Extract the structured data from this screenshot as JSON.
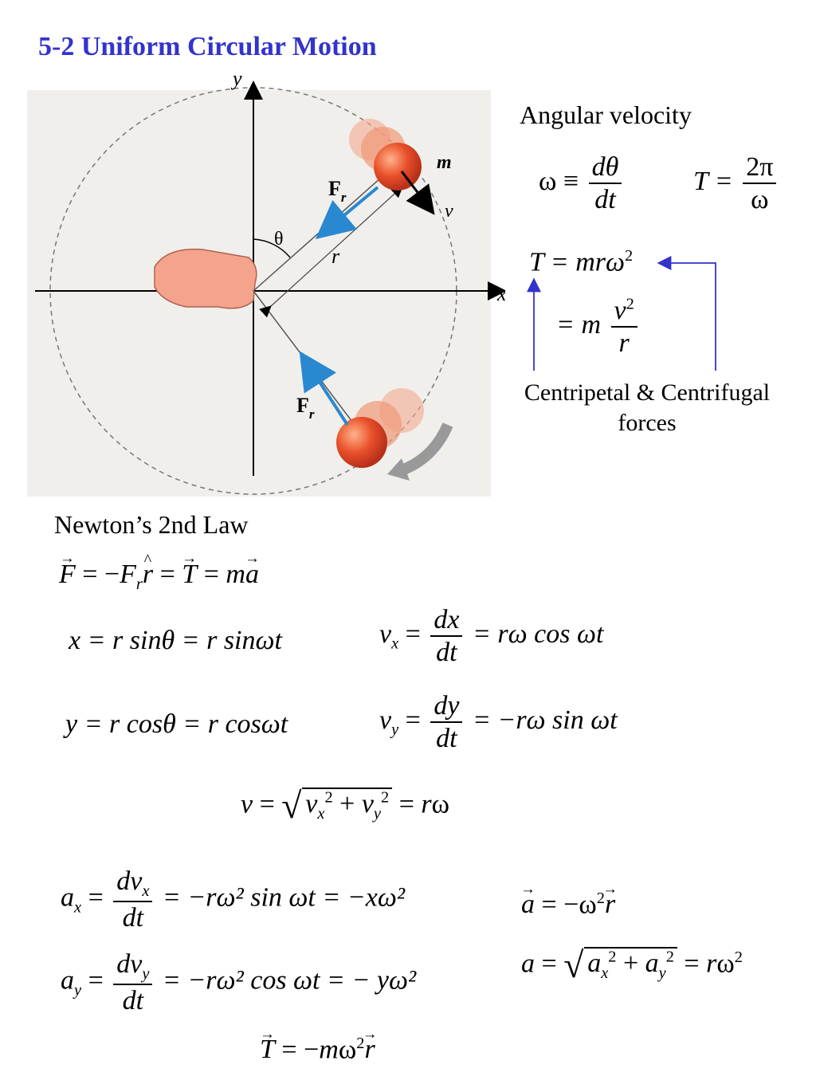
{
  "title": "5-2 Uniform Circular Motion",
  "figure": {
    "axis_y": "y",
    "axis_x": "x",
    "mass": "m",
    "velocity": "v",
    "theta": "θ",
    "radius": "r",
    "force": "F",
    "force_sub": "r"
  },
  "angular": {
    "heading": "Angular velocity",
    "omega_lhs": "ω ≡",
    "dtheta": "dθ",
    "dt": "dt",
    "period_lhs": "T =",
    "two_pi": "2π",
    "omega": "ω"
  },
  "tension": {
    "lhs": "T = mrω",
    "exp": "2",
    "eq2_lhs": "= m",
    "v2": "v",
    "v2_exp": "2",
    "r": "r",
    "caption_line1": "Centripetal & Centrifugal",
    "caption_line2": "forces"
  },
  "newton": {
    "heading": "Newton’s 2nd Law",
    "law": "F = −Fr r = T = ma",
    "x_eq": "x = r sinθ = r sinωt",
    "y_eq": "y = r cosθ = r cosωt",
    "vx_lhs": "vx =",
    "dx": "dx",
    "dt": "dt",
    "vx_rhs": "= rω cos ωt",
    "vy_lhs": "vy =",
    "dy": "dy",
    "vy_rhs": "= −rω sin ωt",
    "v_mag": "v = √(vx² + vy²) = rω",
    "ax_lhs": "ax =",
    "dvx": "dvx",
    "ax_rhs": "= −rω² sin ωt = −xω²",
    "ay_lhs": "ay =",
    "dvy": "dvy",
    "ay_rhs": "= −rω² cos ωt = − yω²",
    "a_vec": "a = −ω² r",
    "a_mag": "a = √(ax² + ay²) = rω²",
    "t_vec": "T = −mω² r"
  },
  "colors": {
    "title": "#3333cc",
    "force_arrow": "#2a88d0",
    "annotation_arrow": "#3333cc",
    "ball": "#e8502a"
  }
}
